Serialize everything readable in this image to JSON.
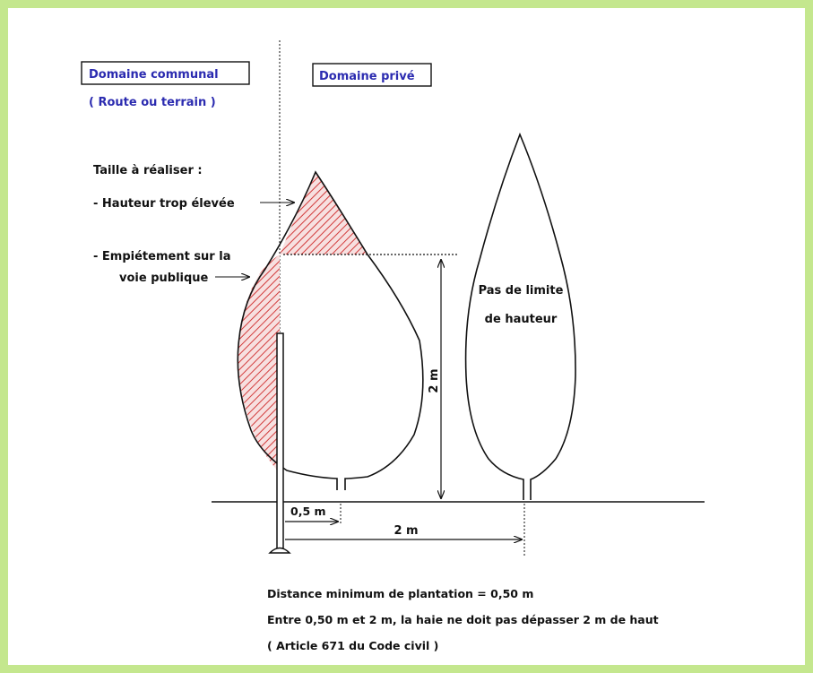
{
  "zones": {
    "communal": {
      "title": "Domaine communal",
      "subtitle": "( Route ou terrain )"
    },
    "prive": {
      "title": "Domaine privé"
    }
  },
  "pruning": {
    "heading": "Taille à réaliser :",
    "height_item": "- Hauteur trop élevée",
    "encroach_line1": "- Empiétement sur la",
    "encroach_line2": "voie publique"
  },
  "right_tree": {
    "line1": "Pas de limite",
    "line2": "de hauteur"
  },
  "dimensions": {
    "height_limit": "2 m",
    "distance_small": "0,5 m",
    "distance_large": "2 m"
  },
  "notes": {
    "line1": "Distance minimum de plantation = 0,50 m",
    "line2": "Entre 0,50 m et 2 m, la haie ne doit pas dépasser 2 m  de haut",
    "line3": "( Article 671 du Code civil )"
  },
  "colors": {
    "border": "#c4e78e",
    "hatch": "#d23b3b",
    "hatch_fill": "#f6dcdc",
    "zone_label": "#2b2bb0",
    "line": "#111111"
  }
}
